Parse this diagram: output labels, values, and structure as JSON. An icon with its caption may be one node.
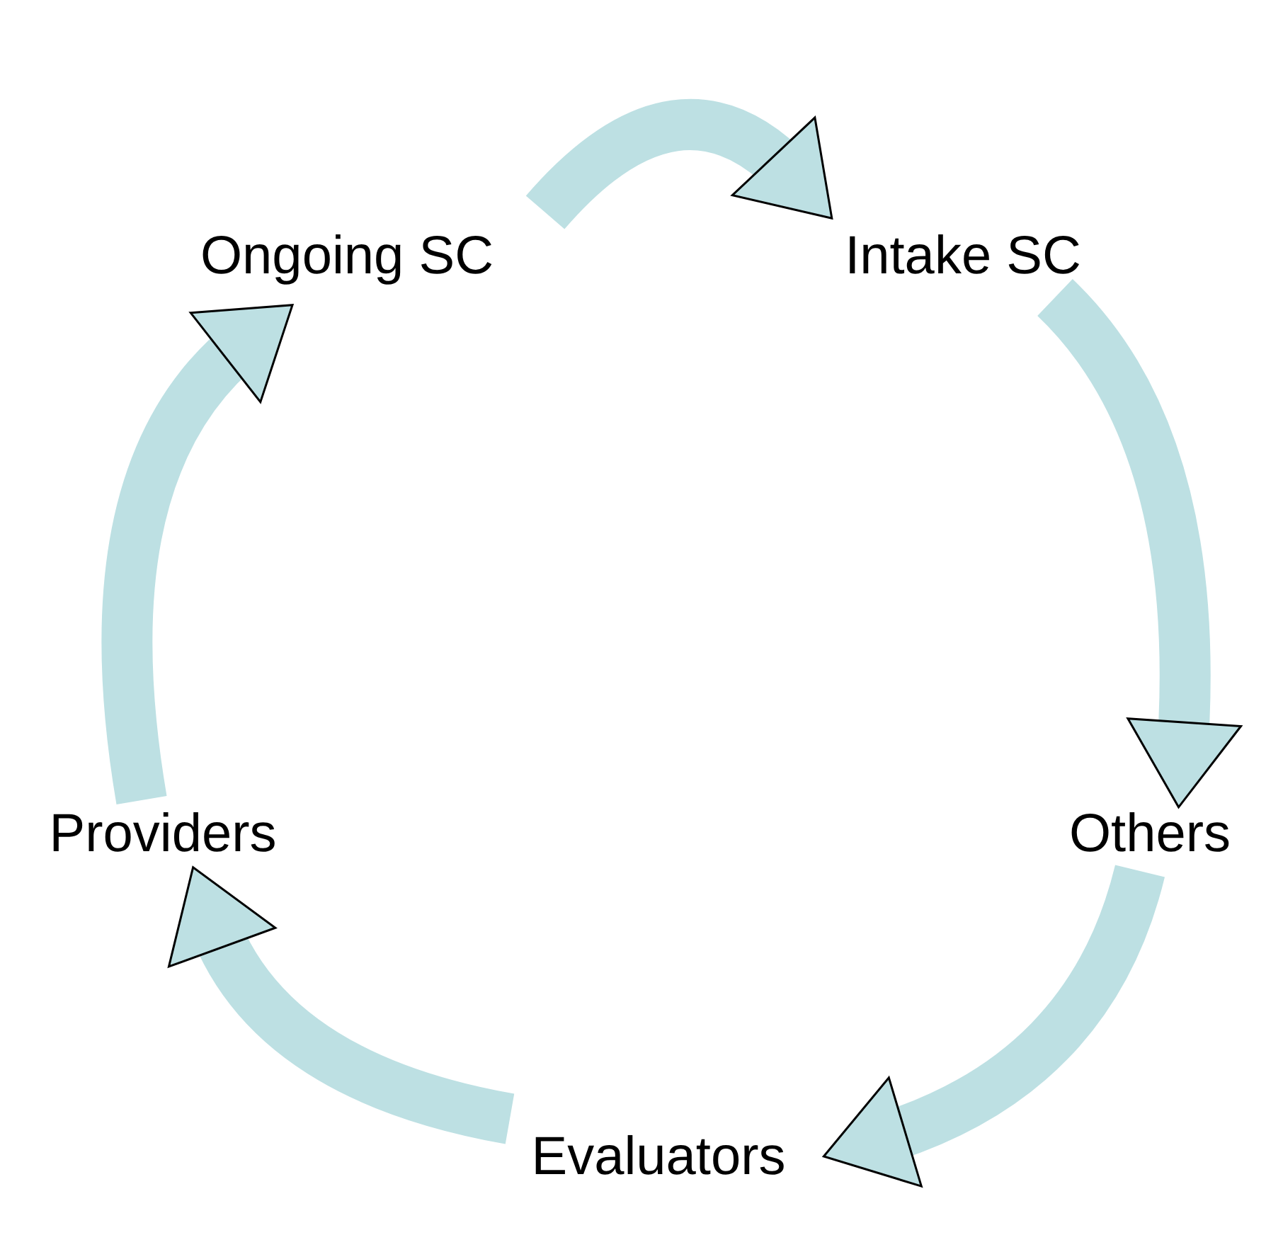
{
  "diagram": {
    "nodes": [
      {
        "text": [
          "Ongoing SC"
        ]
      },
      {
        "text": [
          "Intake SC"
        ]
      },
      {
        "text": [
          "Others"
        ]
      },
      {
        "text": [
          "Evaluators"
        ]
      },
      {
        "text": [
          "Providers"
        ]
      }
    ],
    "edges": [
      {
        "from": 0,
        "to": 1,
        "arrow": "to"
      },
      {
        "from": 1,
        "to": 2,
        "arrow": "to"
      },
      {
        "from": 2,
        "to": 3,
        "arrow": "to"
      },
      {
        "from": 3,
        "to": 4,
        "arrow": "to"
      },
      {
        "from": 4,
        "to": 0,
        "arrow": "to"
      }
    ]
  }
}
